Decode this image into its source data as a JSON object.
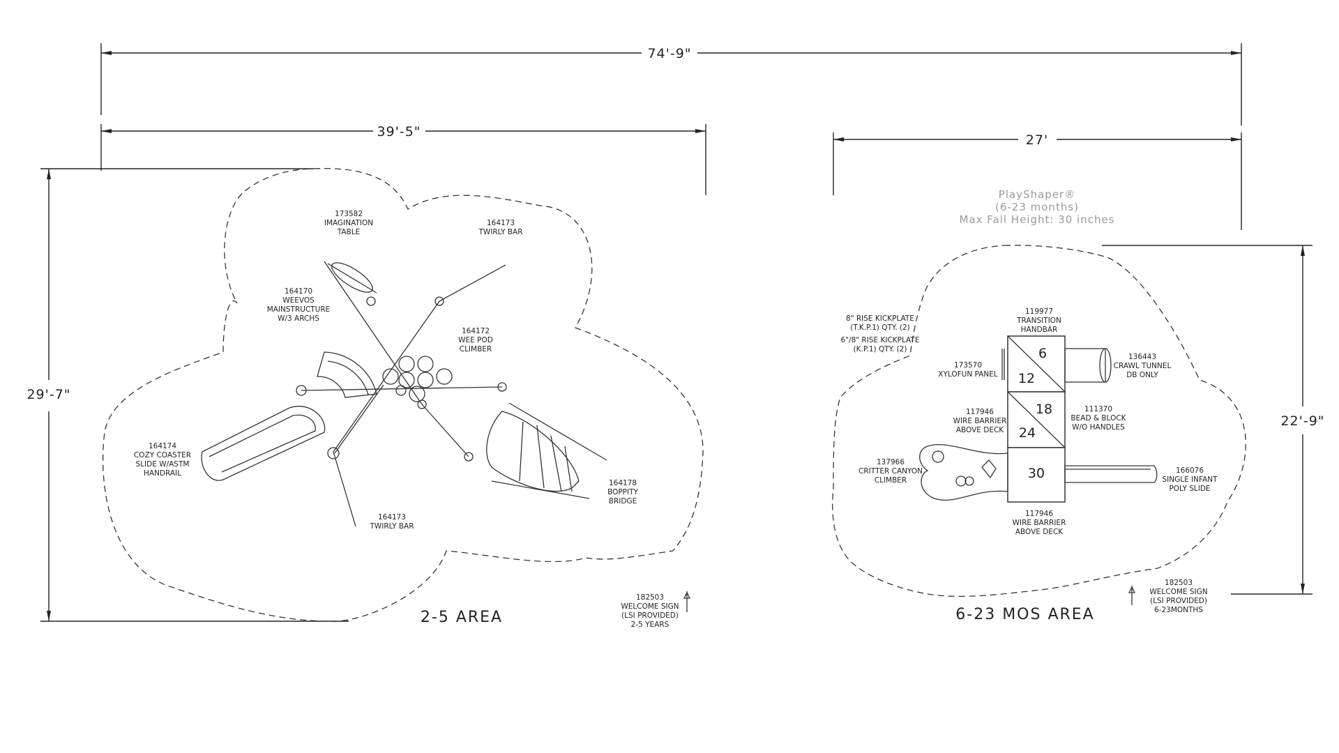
{
  "dimensions": {
    "overall_width": "74'-9\"",
    "left_width": "39'-5\"",
    "left_depth": "29'-7\"",
    "right_width": "27'",
    "right_depth": "22'-9\""
  },
  "areas": {
    "left": {
      "title": "2-5 AREA"
    },
    "right": {
      "title": "6-23 MOS AREA"
    }
  },
  "playshaper": {
    "brand": "PlayShaper®",
    "age": "(6-23 months)",
    "fall_height": "Max Fall Height: 30 inches"
  },
  "left_labels": {
    "imagination_table": {
      "code": "173582",
      "line1": "IMAGINATION",
      "line2": "TABLE"
    },
    "twirly_bar_top": {
      "code": "164173",
      "line1": "TWIRLY BAR"
    },
    "weevos": {
      "code": "164170",
      "line1": "WEEVOS",
      "line2": "MAINSTRUCTURE",
      "line3": "W/3 ARCHS"
    },
    "wee_pod": {
      "code": "164172",
      "line1": "WEE POD",
      "line2": "CLIMBER"
    },
    "cozy_coaster": {
      "code": "164174",
      "line1": "COZY COASTER",
      "line2": "SLIDE W/ASTM",
      "line3": "HANDRAIL"
    },
    "boppity": {
      "code": "164178",
      "line1": "BOPPITY",
      "line2": "BRIDGE"
    },
    "twirly_bar_bottom": {
      "code": "164173",
      "line1": "TWIRLY BAR"
    },
    "welcome_sign": {
      "code": "182503",
      "line1": "WELCOME SIGN",
      "line2": "(LSI PROVIDED)",
      "line3": "2-5 YEARS"
    }
  },
  "right_labels": {
    "kickplate_8": {
      "line1": "8\" RISE KICKPLATE",
      "line2": "(T.K.P.1) QTY. (2)"
    },
    "kickplate_6": {
      "line1": "6\"/8\" RISE KICKPLATE",
      "line2": "(K.P.1) QTY. (2)"
    },
    "transition_handbar": {
      "code": "119977",
      "line1": "TRANSITION",
      "line2": "HANDBAR"
    },
    "xylofun": {
      "code": "173570",
      "line1": "XYLOFUN PANEL"
    },
    "crawl_tunnel": {
      "code": "136443",
      "line1": "CRAWL TUNNEL",
      "line2": "DB ONLY"
    },
    "wire_barrier_top": {
      "code": "117946",
      "line1": "WIRE BARRIER",
      "line2": "ABOVE DECK"
    },
    "bead_block": {
      "code": "111370",
      "line1": "BEAD & BLOCK",
      "line2": "W/O HANDLES"
    },
    "critter_canyon": {
      "code": "137966",
      "line1": "CRITTER CANYON",
      "line2": "CLIMBER"
    },
    "infant_slide": {
      "code": "166076",
      "line1": "SINGLE INFANT",
      "line2": "POLY SLIDE"
    },
    "wire_barrier_bottom": {
      "code": "117946",
      "line1": "WIRE BARRIER",
      "line2": "ABOVE DECK"
    },
    "welcome_sign": {
      "code": "182503",
      "line1": "WELCOME SIGN",
      "line2": "(LSI PROVIDED)",
      "line3": "6-23MONTHS"
    }
  },
  "decks": {
    "d6": "6",
    "d12": "12",
    "d18": "18",
    "d24": "24",
    "d30": "30"
  }
}
